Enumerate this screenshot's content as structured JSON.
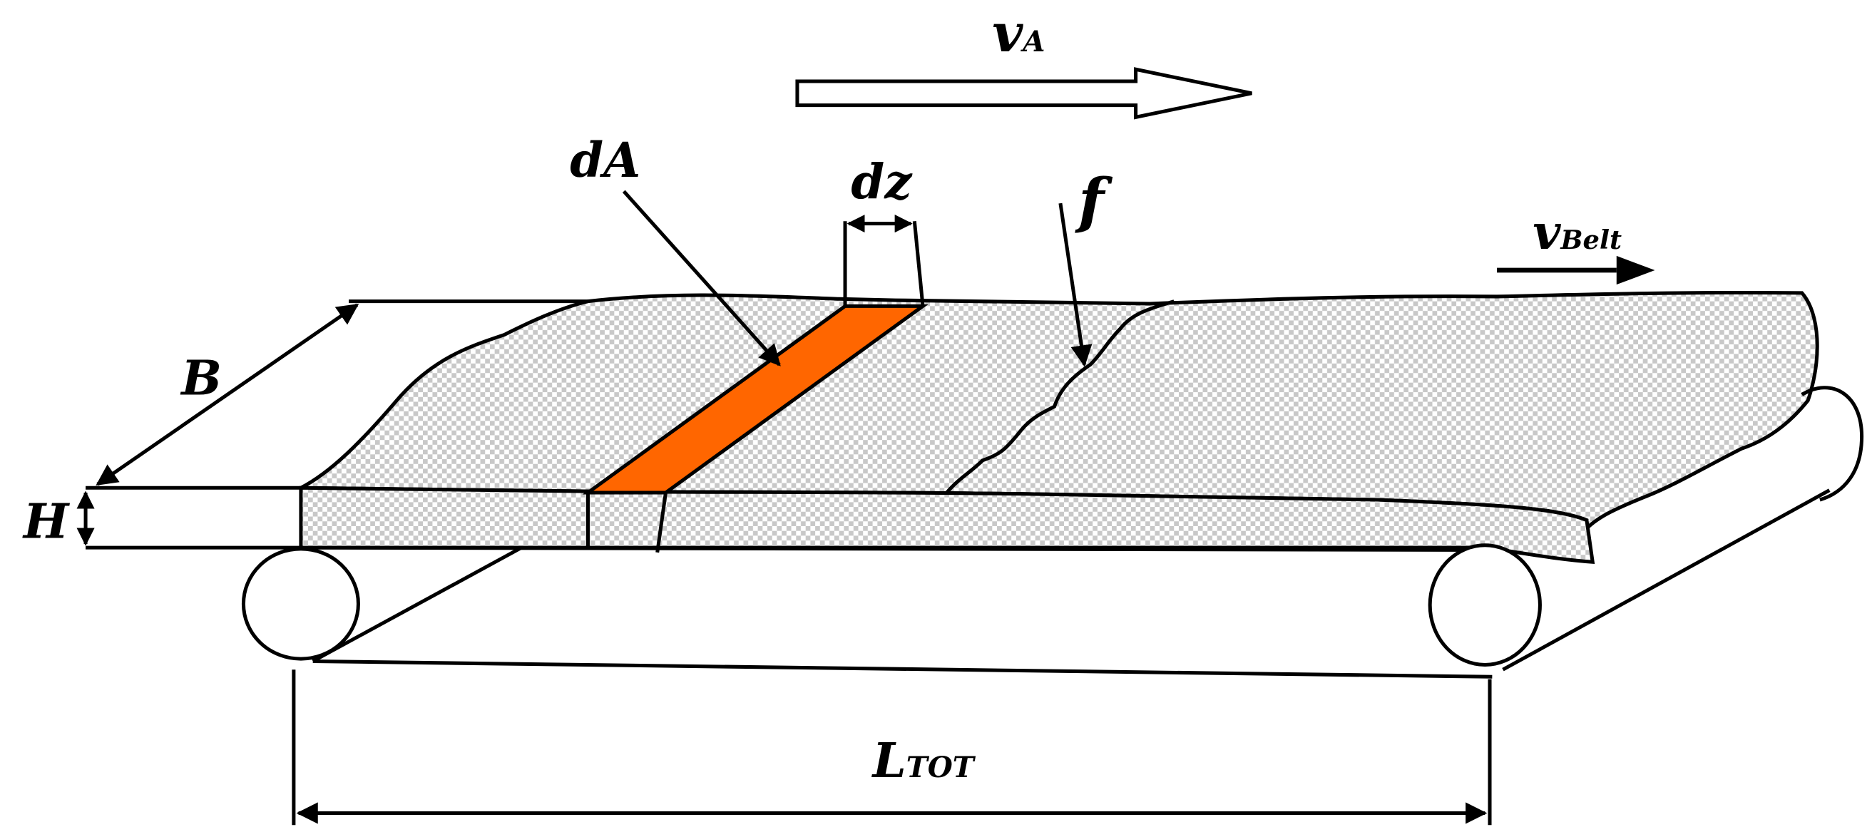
{
  "diagram": {
    "labels": {
      "v_a": {
        "main": "v",
        "sub": "A"
      },
      "da": "dA",
      "dz": "dz",
      "f": "f",
      "v_belt": {
        "main": "v",
        "sub": "Belt"
      },
      "b": "B",
      "h": "H",
      "l_tot": {
        "main": "L",
        "sub": "TOT"
      }
    },
    "colors": {
      "material_band": "#ff6600",
      "checker_light": "#ffffff",
      "checker_dark": "#c8c8c8",
      "stroke": "#000000"
    }
  }
}
